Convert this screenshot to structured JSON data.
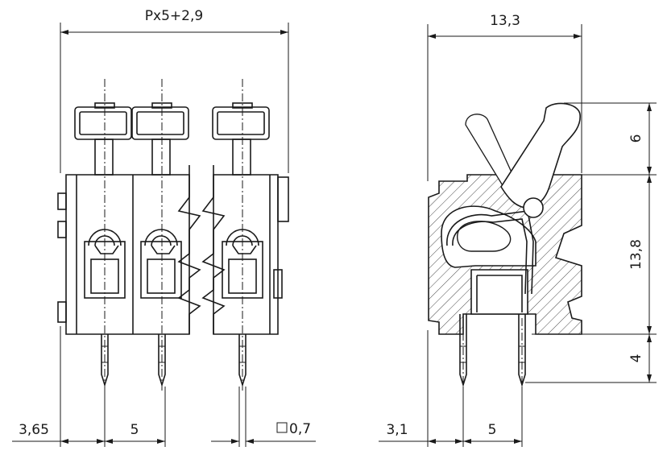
{
  "dimensions": {
    "total_width": "Px5+2,9",
    "offset_left": "3,65",
    "pitch_front": "5",
    "pin_square": "0,7",
    "side_depth": "13,3",
    "side_offset": "3,1",
    "pitch_side": "5",
    "height_actuator": "6",
    "height_body": "13,8",
    "height_pin": "4"
  }
}
